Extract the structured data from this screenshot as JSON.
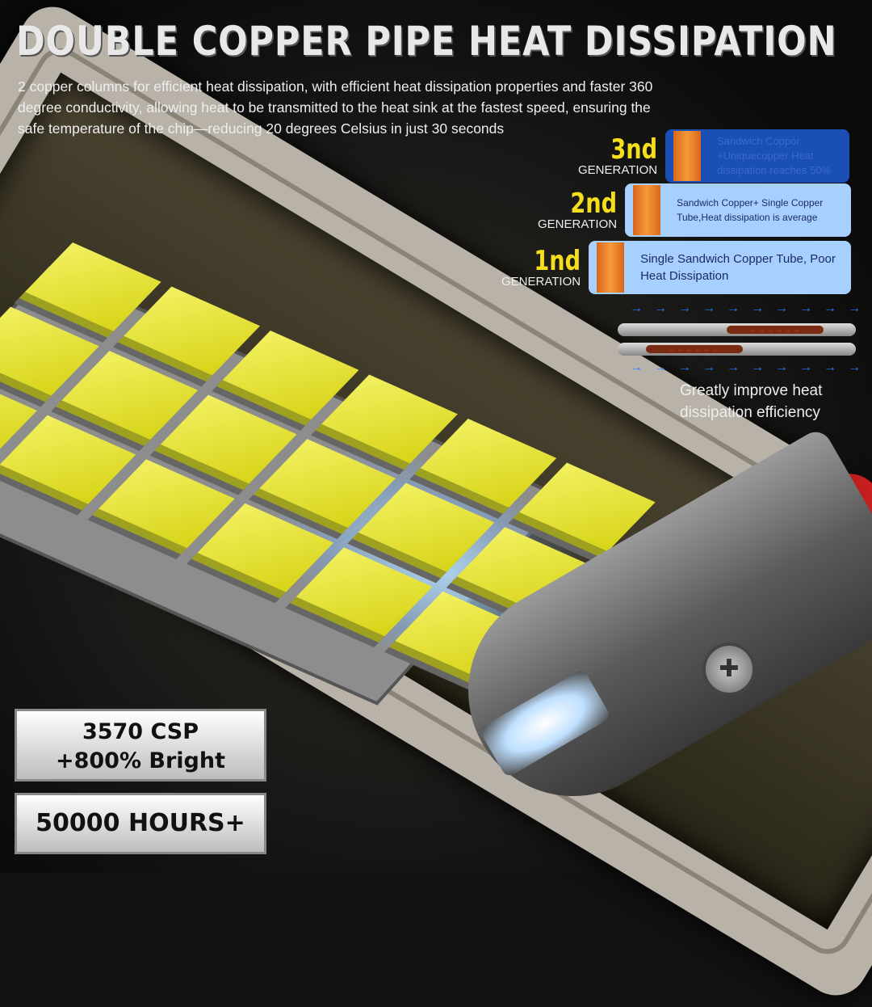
{
  "title": "DOUBLE COPPER PIPE HEAT DISSIPATION",
  "description": "2 copper columns for efficient heat dissipation, with efficient heat dissipation properties and faster 360 degree conductivity, allowing heat to be transmitted to the heat sink at the fastest speed, ensuring the safe temperature of the chip—reducing 20 degrees Celsius in just 30 seconds",
  "generations": [
    {
      "num": "3nd",
      "label": "GENERATION",
      "text": "Sandwich Coppor +Uniquecopper Heat dissipation reaches 50%",
      "color": "#1a4fb5"
    },
    {
      "num": "2nd",
      "label": "GENERATION",
      "text": "Sandwich Copper+ Single Copper Tube,Heat dissipation is average",
      "color": "#a8d0ff"
    },
    {
      "num": "1nd",
      "label": "GENERATION",
      "text": "Single Sandwich Copper Tube, Poor Heat Dissipation",
      "color": "#a8d0ff"
    }
  ],
  "arrows_right": "→→→→→→→→→→",
  "hot_right": "→→→→→→",
  "hot_left": "←←←←←←",
  "efficiency_note": "Greatly improve heat dissipation efficiency",
  "badges": {
    "csp_line1": "3570 CSP",
    "csp_line2": "+800% Bright",
    "hours": "50000 HOURS+"
  },
  "screw_glyph": "✚"
}
